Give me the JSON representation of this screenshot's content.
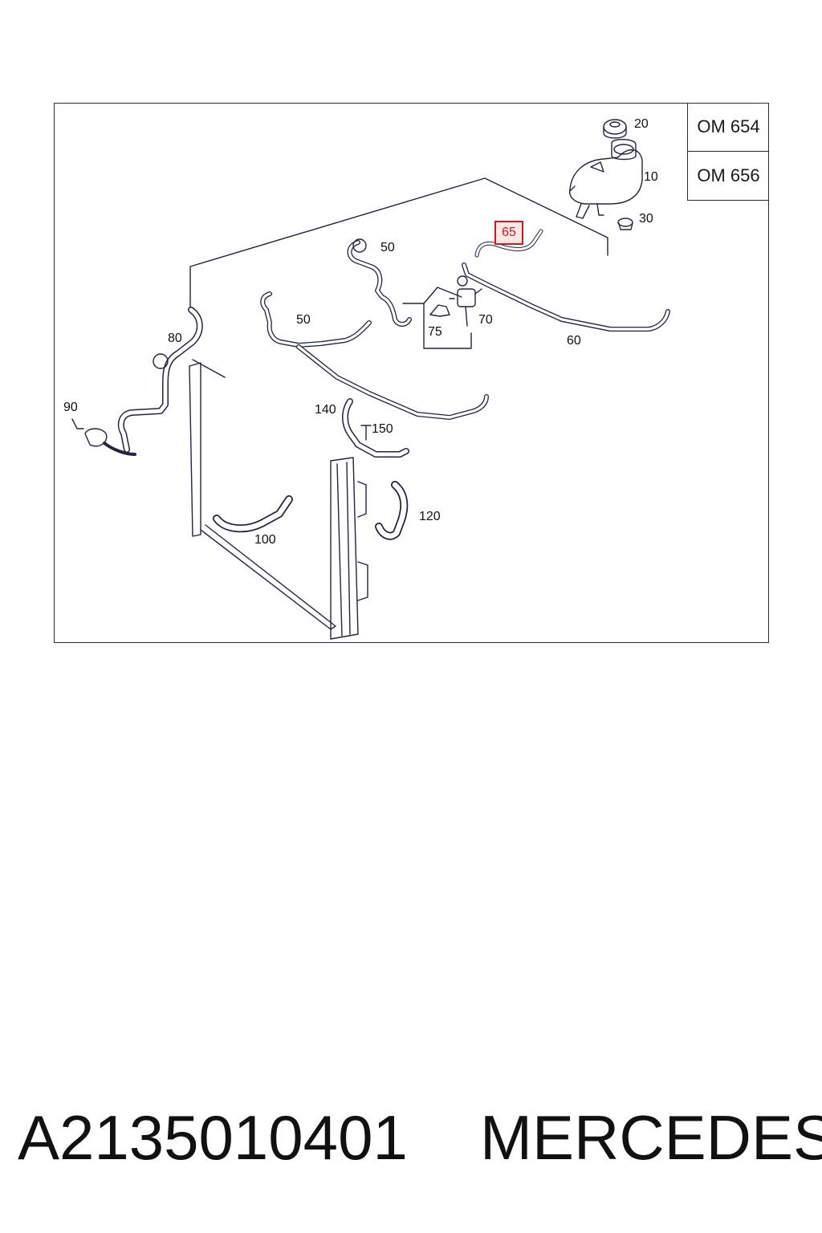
{
  "engine_variants": [
    "OM 654",
    "OM 656"
  ],
  "callouts": {
    "c10": "10",
    "c20": "20",
    "c30": "30",
    "c50a": "50",
    "c50b": "50",
    "c60": "60",
    "c65": "65",
    "c70": "70",
    "c75": "75",
    "c80": "80",
    "c90": "90",
    "c100": "100",
    "c120": "120",
    "c140": "140",
    "c150": "150"
  },
  "footer": {
    "part_number": "A2135010401",
    "brand": "MERCEDES"
  },
  "colors": {
    "line": "#1f2540",
    "highlight": "#d0181e"
  }
}
